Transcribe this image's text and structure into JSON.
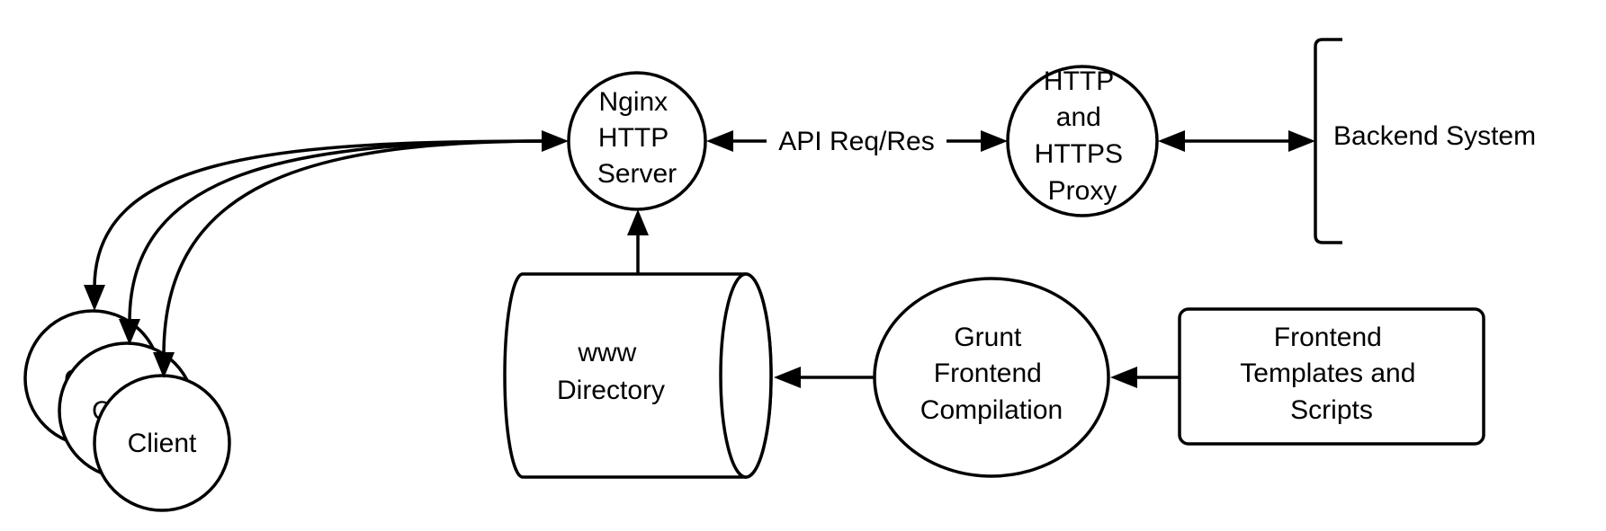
{
  "diagram": {
    "nodes": {
      "nginx": {
        "lines": [
          "Nginx",
          "HTTP",
          "Server"
        ]
      },
      "proxy": {
        "lines": [
          "HTTP",
          "and",
          "HTTPS",
          "Proxy"
        ]
      },
      "backend": {
        "label": "Backend System"
      },
      "www": {
        "lines": [
          "www",
          "Directory"
        ]
      },
      "grunt": {
        "lines": [
          "Grunt",
          "Frontend",
          "Compilation"
        ]
      },
      "frontend": {
        "lines": [
          "Frontend",
          "Templates and",
          "Scripts"
        ]
      },
      "client_back2": {
        "label": "C"
      },
      "client_back1": {
        "label": "C"
      },
      "client_front": {
        "label": "Client"
      }
    },
    "edges": {
      "api": {
        "label": "API Req/Res"
      }
    }
  }
}
